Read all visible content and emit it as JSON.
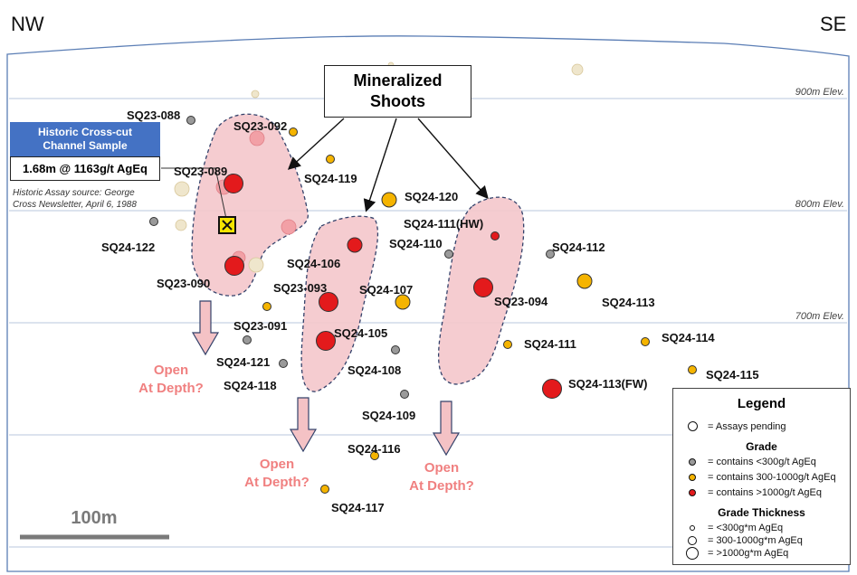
{
  "directions": {
    "left": "NW",
    "right": "SE"
  },
  "elevations": [
    "900m Elev.",
    "800m Elev.",
    "700m Elev."
  ],
  "callouts": {
    "mineralized_shoots": [
      "Mineralized",
      "Shoots"
    ],
    "historic_title": [
      "Historic Cross-cut",
      "Channel Sample"
    ],
    "historic_value": "1.68m @ 1163g/t AgEq",
    "historic_source": [
      "Historic Assay source: George",
      "Cross Newsletter, April 6, 1988"
    ]
  },
  "open_at_depth": [
    "Open",
    "At Depth?"
  ],
  "scale_bar": "100m",
  "colors": {
    "pending": "#efe6cc",
    "low_grade": "#9a9a9a",
    "mid_grade": "#f5b400",
    "high_grade": "#e31a1c",
    "shoot_fill": "#f4c7cb",
    "open_text": "#f08080",
    "banner": "#4472c4"
  },
  "drill_holes": [
    {
      "label": "SQ23-088",
      "grade": "low",
      "thickness": "small"
    },
    {
      "label": "SQ23-092",
      "grade": "mid",
      "thickness": "small"
    },
    {
      "label": "SQ24-119",
      "grade": "mid",
      "thickness": "small"
    },
    {
      "label": "SQ23-089",
      "grade": "high",
      "thickness": "large"
    },
    {
      "label": "SQ24-120",
      "grade": "mid",
      "thickness": "medium"
    },
    {
      "label": "SQ24-111(HW)",
      "grade": "high",
      "thickness": "small"
    },
    {
      "label": "SQ24-122",
      "grade": "low",
      "thickness": "small"
    },
    {
      "label": "SQ24-110",
      "grade": "low",
      "thickness": "small"
    },
    {
      "label": "SQ24-112",
      "grade": "low",
      "thickness": "small"
    },
    {
      "label": "SQ24-106",
      "grade": "high",
      "thickness": "medium"
    },
    {
      "label": "SQ23-090",
      "grade": "high",
      "thickness": "large"
    },
    {
      "label": "SQ23-093",
      "grade": "high",
      "thickness": "large"
    },
    {
      "label": "SQ24-107",
      "grade": "mid",
      "thickness": "medium"
    },
    {
      "label": "SQ23-094",
      "grade": "high",
      "thickness": "large"
    },
    {
      "label": "SQ24-113",
      "grade": "mid",
      "thickness": "medium"
    },
    {
      "label": "SQ23-091",
      "grade": "mid",
      "thickness": "small"
    },
    {
      "label": "SQ24-105",
      "grade": "high",
      "thickness": "large"
    },
    {
      "label": "SQ24-114",
      "grade": "mid",
      "thickness": "small"
    },
    {
      "label": "SQ24-121",
      "grade": "low",
      "thickness": "small"
    },
    {
      "label": "SQ24-111",
      "grade": "mid",
      "thickness": "small"
    },
    {
      "label": "SQ24-115",
      "grade": "mid",
      "thickness": "small"
    },
    {
      "label": "SQ24-108",
      "grade": "low",
      "thickness": "small"
    },
    {
      "label": "SQ24-118",
      "grade": "low",
      "thickness": "small"
    },
    {
      "label": "SQ24-113(FW)",
      "grade": "high",
      "thickness": "large"
    },
    {
      "label": "SQ24-109",
      "grade": "low",
      "thickness": "small"
    },
    {
      "label": "SQ24-116",
      "grade": "mid",
      "thickness": "small"
    },
    {
      "label": "SQ24-117",
      "grade": "mid",
      "thickness": "small"
    }
  ],
  "legend": {
    "title": "Legend",
    "pending": "= Assays pending",
    "grade_title": "Grade",
    "grade_low": "= contains <300g/t AgEq",
    "grade_mid": "= contains 300-1000g/t AgEq",
    "grade_high": "= contains >1000g/t AgEq",
    "thick_title": "Grade Thickness",
    "thick_small": "= <300g*m AgEq",
    "thick_medium": "= 300-1000g*m AgEq",
    "thick_large": "= >1000g*m AgEq"
  }
}
